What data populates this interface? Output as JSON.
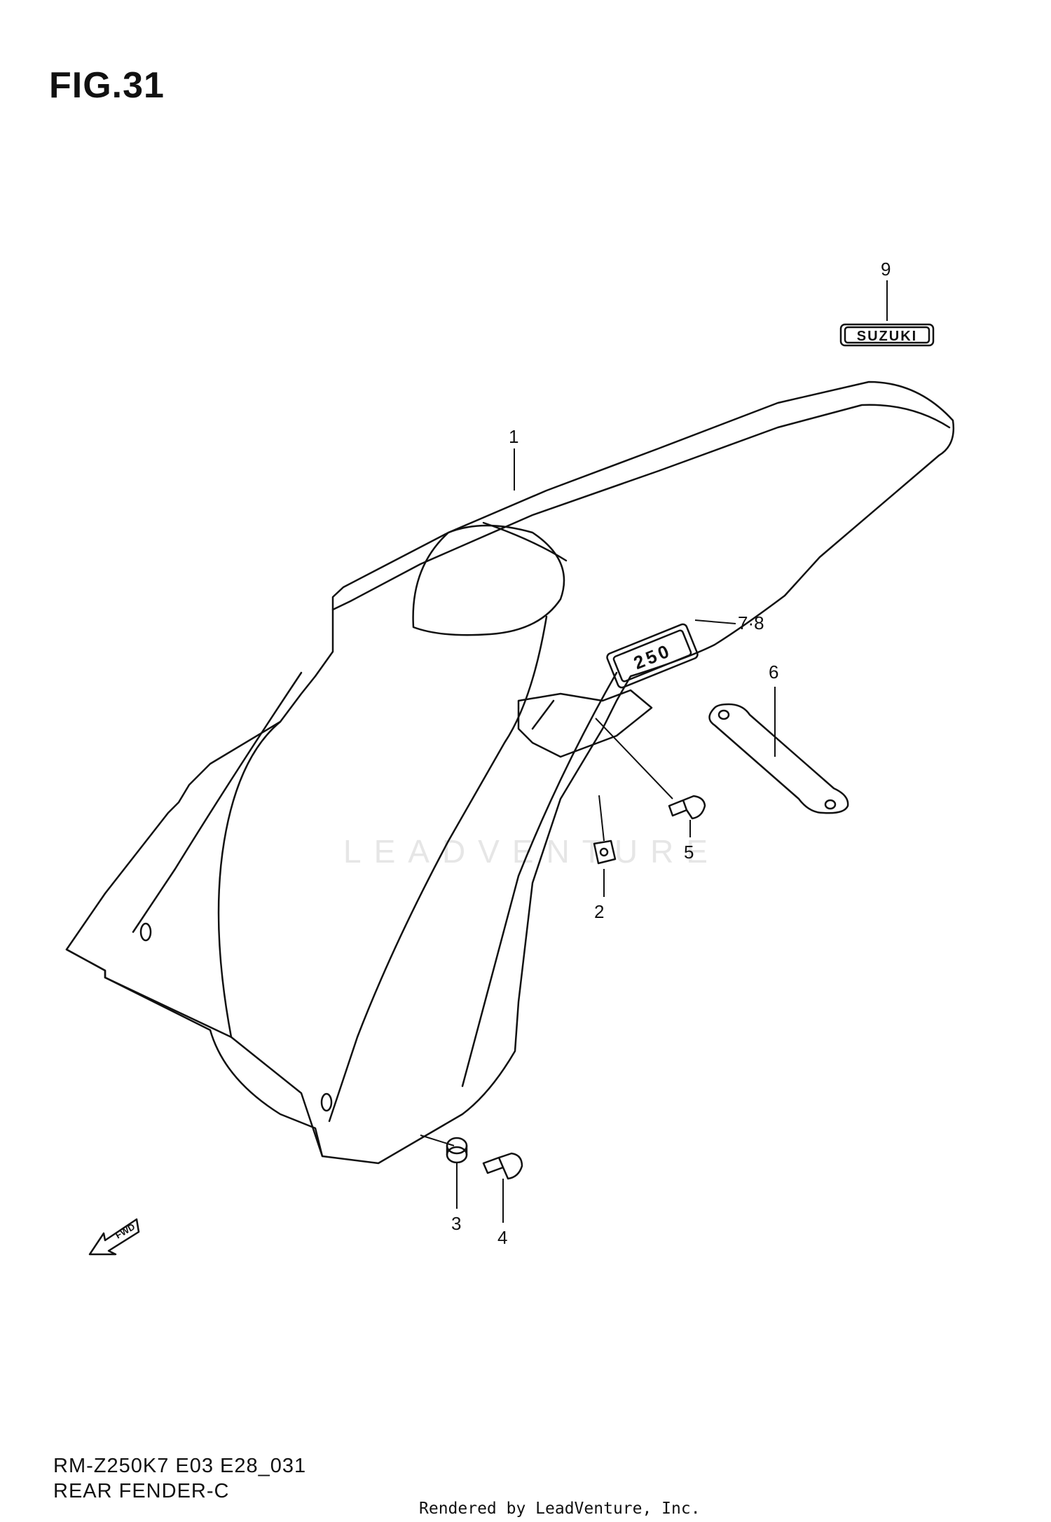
{
  "figure": {
    "title": "FIG.31",
    "code": "RM-Z250K7 E03 E28_031",
    "name": "REAR FENDER-C",
    "rendered_by": "Rendered by LeadVenture, Inc.",
    "watermark": "LEADVENTURE"
  },
  "callouts": {
    "c1": "1",
    "c2": "2",
    "c3": "3",
    "c4": "4",
    "c5": "5",
    "c6": "6",
    "c78": "7·8",
    "c9": "9"
  },
  "labels": {
    "emblem": "SUZUKI",
    "decal": "250",
    "fwd": "FWD"
  },
  "colors": {
    "line": "#111111",
    "watermark": "#e6e6e6"
  }
}
